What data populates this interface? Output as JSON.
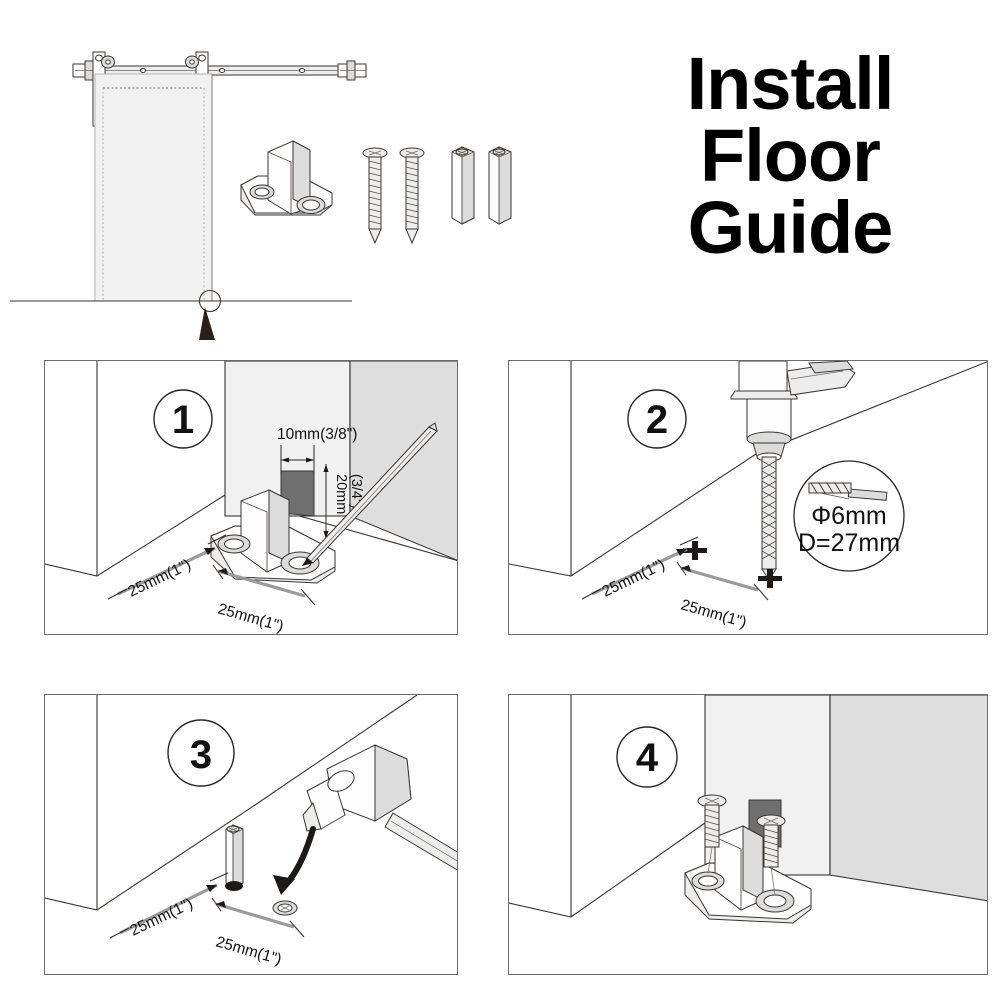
{
  "title": {
    "line1": "Install",
    "line2": "Floor",
    "line3": "Guide"
  },
  "hero": {
    "name": "barn-door-assembly",
    "parts": [
      {
        "name": "floor-guide-bracket",
        "label": ""
      },
      {
        "name": "screw",
        "label": ""
      },
      {
        "name": "screw",
        "label": ""
      },
      {
        "name": "wall-anchor",
        "label": ""
      },
      {
        "name": "wall-anchor",
        "label": ""
      }
    ]
  },
  "steps": [
    {
      "number": "1",
      "name": "mark-position",
      "labels": {
        "gap_width": "10mm(3/8\")",
        "gap_height_mm": "20mm",
        "gap_height_in": "(3/4\")",
        "offset_wall": "25mm(1\")",
        "offset_front": "25mm(1\")"
      }
    },
    {
      "number": "2",
      "name": "drill-holes",
      "labels": {
        "offset_wall": "25mm(1\")",
        "offset_front": "25mm(1\")",
        "bit_diameter": "Φ6mm",
        "bit_depth": "D=27mm"
      }
    },
    {
      "number": "3",
      "name": "insert-anchors",
      "labels": {
        "offset_wall": "25mm(1\")",
        "offset_front": "25mm(1\")"
      }
    },
    {
      "number": "4",
      "name": "fasten-bracket",
      "labels": {}
    }
  ],
  "colors": {
    "ink": "#3a3632",
    "panel_border": "#6e6a68",
    "door_face": "#f1f1f1",
    "door_side": "#dedede",
    "dim_line": "#9a9a9a",
    "shadow": "#6f6f6f"
  }
}
